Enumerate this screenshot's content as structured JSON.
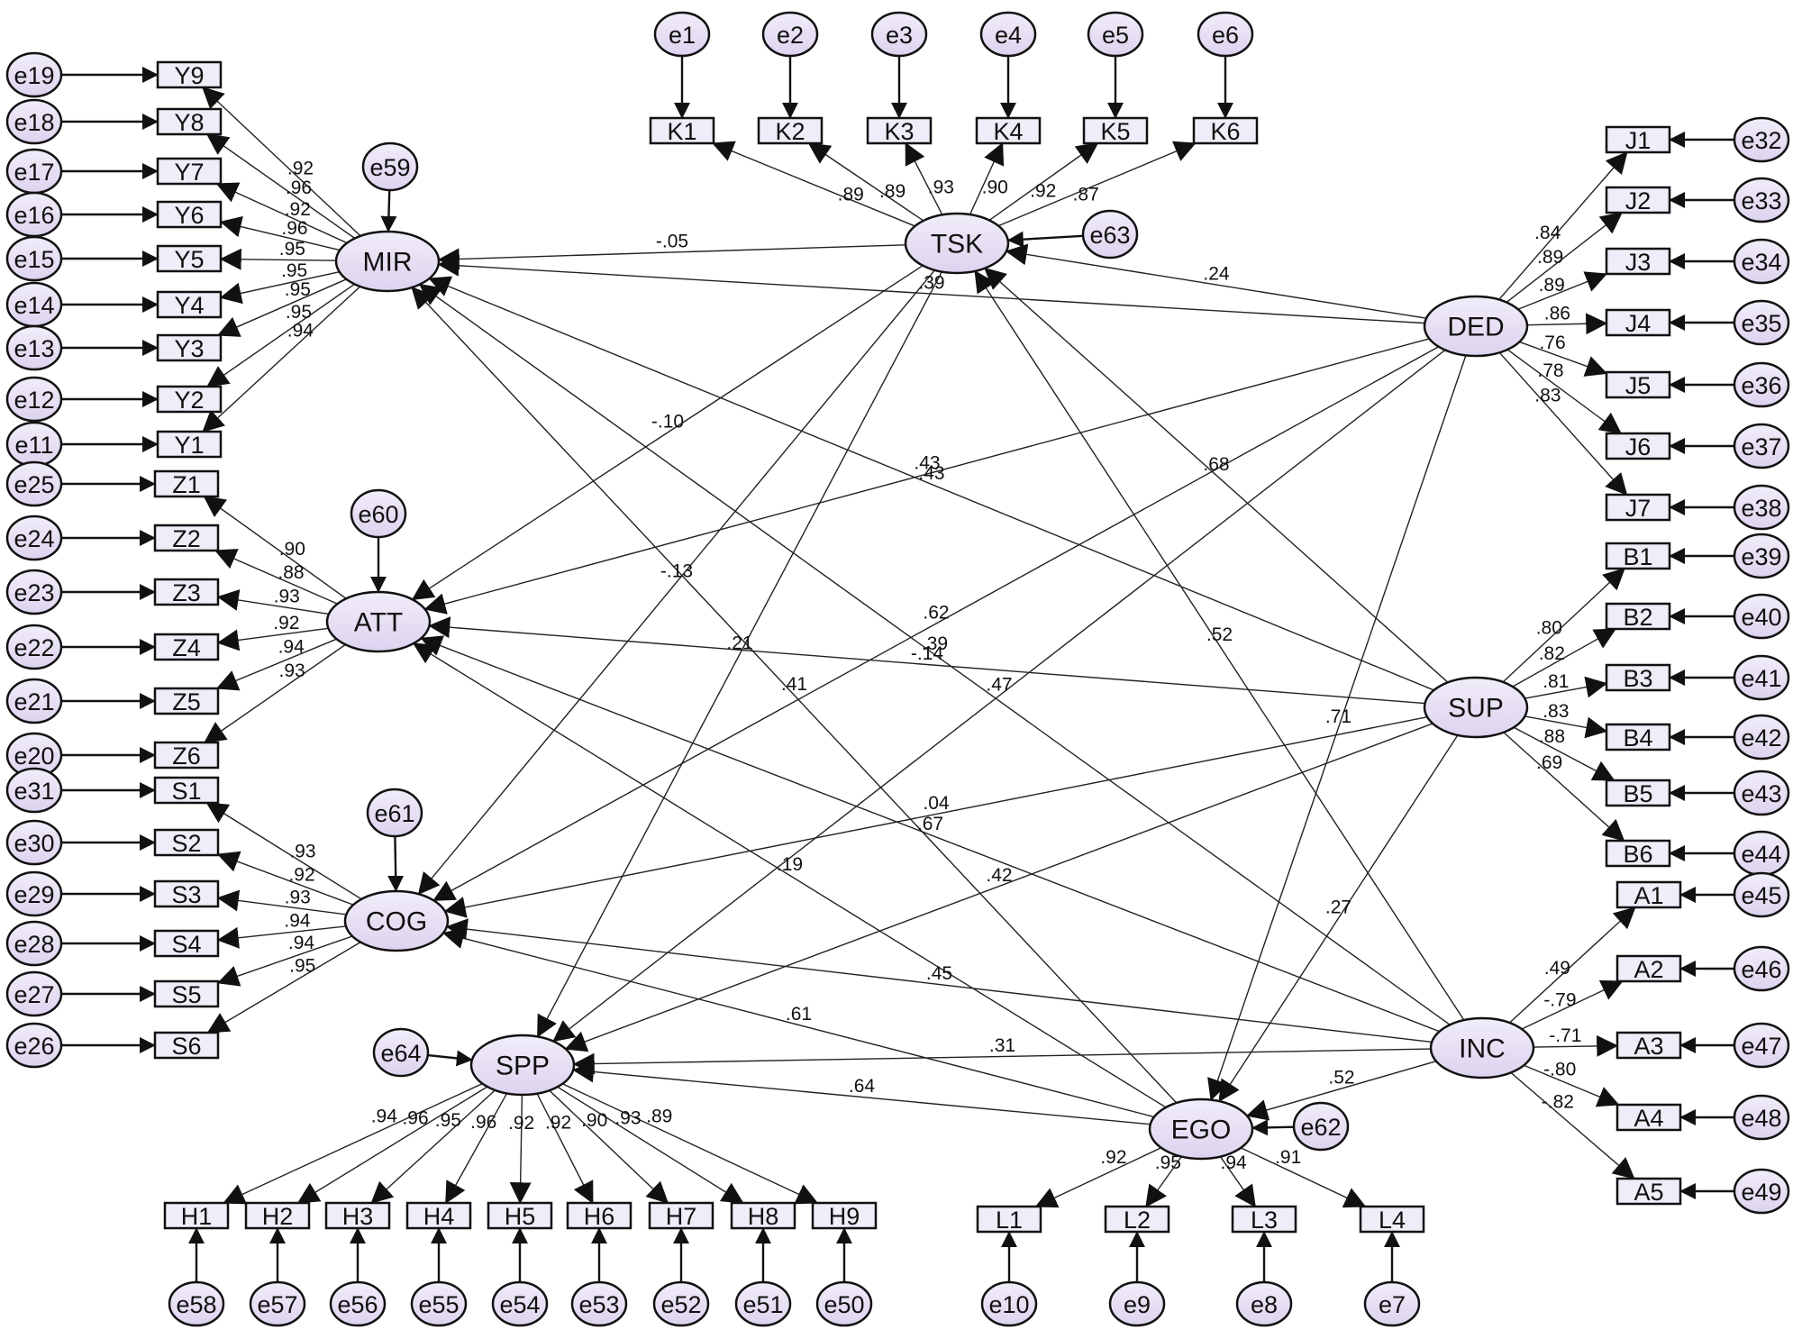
{
  "fill_colors": {
    "node": "#e4dcf2",
    "node_light": "#f0ecf8",
    "stroke": "#111111"
  },
  "latents": [
    {
      "id": "MIR",
      "label": "MIR"
    },
    {
      "id": "TSK",
      "label": "TSK"
    },
    {
      "id": "DED",
      "label": "DED"
    },
    {
      "id": "ATT",
      "label": "ATT"
    },
    {
      "id": "SUP",
      "label": "SUP"
    },
    {
      "id": "COG",
      "label": "COG"
    },
    {
      "id": "INC",
      "label": "INC"
    },
    {
      "id": "SPP",
      "label": "SPP"
    },
    {
      "id": "EGO",
      "label": "EGO"
    }
  ],
  "measurement": [
    {
      "latent": "MIR",
      "items": [
        {
          "obs": "Y9",
          "err": "e19",
          "loading": ".92"
        },
        {
          "obs": "Y8",
          "err": "e18",
          "loading": ".96"
        },
        {
          "obs": "Y7",
          "err": "e17",
          "loading": ".92"
        },
        {
          "obs": "Y6",
          "err": "e16",
          "loading": ".96"
        },
        {
          "obs": "Y5",
          "err": "e15",
          "loading": ".95"
        },
        {
          "obs": "Y4",
          "err": "e14",
          "loading": ".95"
        },
        {
          "obs": "Y3",
          "err": "e13",
          "loading": ".95"
        },
        {
          "obs": "Y2",
          "err": "e12",
          "loading": ".95"
        },
        {
          "obs": "Y1",
          "err": "e11",
          "loading": ".94"
        }
      ]
    },
    {
      "latent": "ATT",
      "items": [
        {
          "obs": "Z1",
          "err": "e25",
          "loading": ".90"
        },
        {
          "obs": "Z2",
          "err": "e24",
          "loading": ".88"
        },
        {
          "obs": "Z3",
          "err": "e23",
          "loading": ".93"
        },
        {
          "obs": "Z4",
          "err": "e22",
          "loading": ".92"
        },
        {
          "obs": "Z5",
          "err": "e21",
          "loading": ".94"
        },
        {
          "obs": "Z6",
          "err": "e20",
          "loading": ".93"
        }
      ]
    },
    {
      "latent": "COG",
      "items": [
        {
          "obs": "S1",
          "err": "e31",
          "loading": ".93"
        },
        {
          "obs": "S2",
          "err": "e30",
          "loading": ".92"
        },
        {
          "obs": "S3",
          "err": "e29",
          "loading": ".93"
        },
        {
          "obs": "S4",
          "err": "e28",
          "loading": ".94"
        },
        {
          "obs": "S5",
          "err": "e27",
          "loading": ".94"
        },
        {
          "obs": "S6",
          "err": "e26",
          "loading": ".95"
        }
      ]
    },
    {
      "latent": "TSK",
      "items": [
        {
          "obs": "K1",
          "err": "e1",
          "loading": ".89"
        },
        {
          "obs": "K2",
          "err": "e2",
          "loading": ".89"
        },
        {
          "obs": "K3",
          "err": "e3",
          "loading": ".93"
        },
        {
          "obs": "K4",
          "err": "e4",
          "loading": ".90"
        },
        {
          "obs": "K5",
          "err": "e5",
          "loading": ".92"
        },
        {
          "obs": "K6",
          "err": "e6",
          "loading": ".87"
        }
      ]
    },
    {
      "latent": "DED",
      "items": [
        {
          "obs": "J1",
          "err": "e32",
          "loading": ".84"
        },
        {
          "obs": "J2",
          "err": "e33",
          "loading": ".89"
        },
        {
          "obs": "J3",
          "err": "e34",
          "loading": ".89"
        },
        {
          "obs": "J4",
          "err": "e35",
          "loading": ".86"
        },
        {
          "obs": "J5",
          "err": "e36",
          "loading": ".76"
        },
        {
          "obs": "J6",
          "err": "e37",
          "loading": ".78"
        },
        {
          "obs": "J7",
          "err": "e38",
          "loading": ".83"
        }
      ]
    },
    {
      "latent": "SUP",
      "items": [
        {
          "obs": "B1",
          "err": "e39",
          "loading": ".80"
        },
        {
          "obs": "B2",
          "err": "e40",
          "loading": ".82"
        },
        {
          "obs": "B3",
          "err": "e41",
          "loading": ".81"
        },
        {
          "obs": "B4",
          "err": "e42",
          "loading": ".83"
        },
        {
          "obs": "B5",
          "err": "e43",
          "loading": ".88"
        },
        {
          "obs": "B6",
          "err": "e44",
          "loading": ".69"
        }
      ]
    },
    {
      "latent": "INC",
      "items": [
        {
          "obs": "A1",
          "err": "e45",
          "loading": ".49"
        },
        {
          "obs": "A2",
          "err": "e46",
          "loading": "-.79"
        },
        {
          "obs": "A3",
          "err": "e47",
          "loading": "-.71"
        },
        {
          "obs": "A4",
          "err": "e48",
          "loading": "-.80"
        },
        {
          "obs": "A5",
          "err": "e49",
          "loading": "-.82"
        }
      ]
    },
    {
      "latent": "SPP",
      "items": [
        {
          "obs": "H1",
          "err": "e58",
          "loading": ".94"
        },
        {
          "obs": "H2",
          "err": "e57",
          "loading": ".96"
        },
        {
          "obs": "H3",
          "err": "e56",
          "loading": ".95"
        },
        {
          "obs": "H4",
          "err": "e55",
          "loading": ".96"
        },
        {
          "obs": "H5",
          "err": "e54",
          "loading": ".92"
        },
        {
          "obs": "H6",
          "err": "e53",
          "loading": ".92"
        },
        {
          "obs": "H7",
          "err": "e52",
          "loading": ".90"
        },
        {
          "obs": "H8",
          "err": "e51",
          "loading": ".93"
        },
        {
          "obs": "H9",
          "err": "e50",
          "loading": ".89"
        }
      ]
    },
    {
      "latent": "EGO",
      "items": [
        {
          "obs": "L1",
          "err": "e10",
          "loading": ".92"
        },
        {
          "obs": "L2",
          "err": "e9",
          "loading": ".95"
        },
        {
          "obs": "L3",
          "err": "e8",
          "loading": ".94"
        },
        {
          "obs": "L4",
          "err": "e7",
          "loading": ".91"
        }
      ]
    }
  ],
  "disturbances": [
    {
      "err": "e59",
      "latent": "MIR"
    },
    {
      "err": "e63",
      "latent": "TSK"
    },
    {
      "err": "e60",
      "latent": "ATT"
    },
    {
      "err": "e61",
      "latent": "COG"
    },
    {
      "err": "e64",
      "latent": "SPP"
    },
    {
      "err": "e62",
      "latent": "EGO"
    }
  ],
  "paths": [
    {
      "from": "TSK",
      "to": "MIR",
      "coef": "-.05"
    },
    {
      "from": "DED",
      "to": "TSK",
      "coef": ".24"
    },
    {
      "from": "DED",
      "to": "MIR",
      "coef": ".39"
    },
    {
      "from": "TSK",
      "to": "ATT",
      "coef": "-.10"
    },
    {
      "from": "SUP",
      "to": "MIR",
      "coef": ".43"
    },
    {
      "from": "DED",
      "to": "ATT",
      "coef": ".43"
    },
    {
      "from": "SUP",
      "to": "TSK",
      "coef": ".68"
    },
    {
      "from": "TSK",
      "to": "COG",
      "coef": "-.13"
    },
    {
      "from": "INC",
      "to": "MIR",
      "coef": ".39"
    },
    {
      "from": "DED",
      "to": "COG",
      "coef": ".62"
    },
    {
      "from": "INC",
      "to": "TSK",
      "coef": ".52"
    },
    {
      "from": "SUP",
      "to": "ATT",
      "coef": "-.14"
    },
    {
      "from": "DED",
      "to": "SPP",
      "coef": ".47"
    },
    {
      "from": "TSK",
      "to": "SPP",
      "coef": ".21"
    },
    {
      "from": "EGO",
      "to": "MIR",
      "coef": ".41"
    },
    {
      "from": "SUP",
      "to": "COG",
      "coef": ".04"
    },
    {
      "from": "SUP",
      "to": "SPP",
      "coef": ".42"
    },
    {
      "from": "INC",
      "to": "ATT",
      "coef": ".67"
    },
    {
      "from": "EGO",
      "to": "ATT",
      "coef": ".19"
    },
    {
      "from": "INC",
      "to": "COG",
      "coef": ".45"
    },
    {
      "from": "DED",
      "to": "EGO",
      "coef": ".71"
    },
    {
      "from": "EGO",
      "to": "COG",
      "coef": ".61"
    },
    {
      "from": "INC",
      "to": "SPP",
      "coef": ".31"
    },
    {
      "from": "EGO",
      "to": "SPP",
      "coef": ".64"
    },
    {
      "from": "INC",
      "to": "EGO",
      "coef": ".52"
    },
    {
      "from": "SUP",
      "to": "EGO",
      "coef": ".27"
    }
  ]
}
